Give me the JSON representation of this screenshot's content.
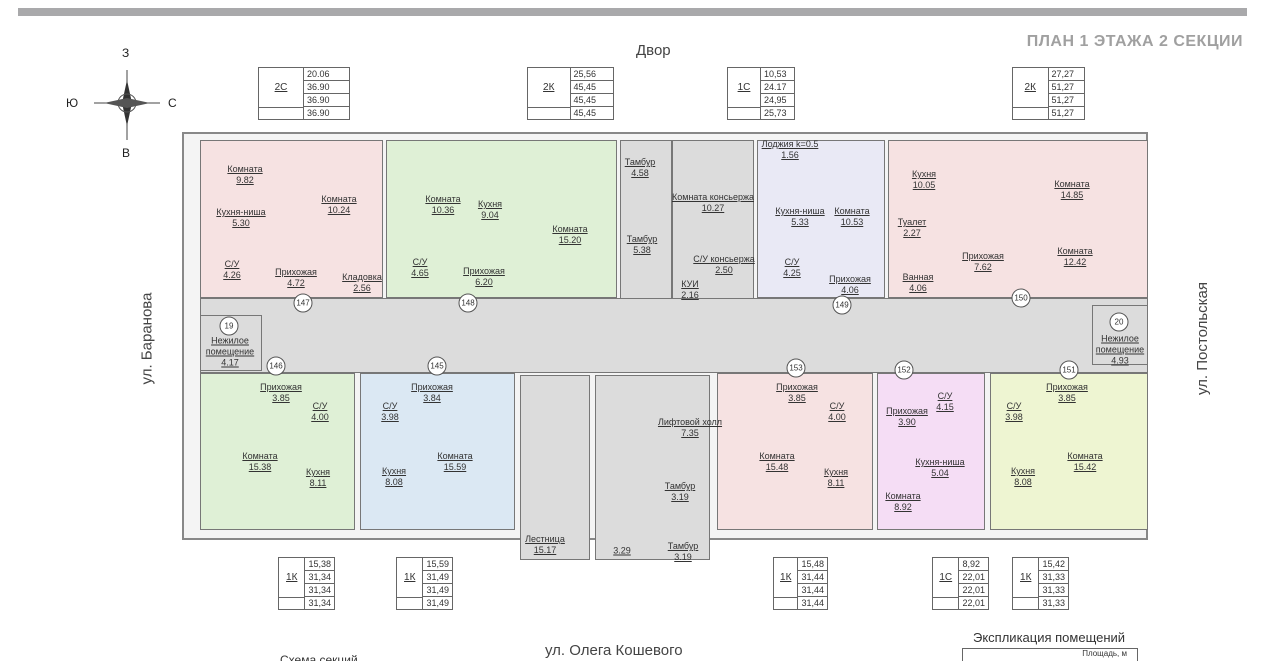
{
  "title": "ПЛАН 1 ЭТАЖА 2 СЕКЦИИ",
  "labels": {
    "yard": "Двор",
    "street_left": "ул. Баранова",
    "street_right": "ул. Постольская",
    "street_bottom": "ул. Олега Кошевого",
    "explication": "Экспликация помещений",
    "area_header": "Площадь, м",
    "sections_scheme": "Схема секций"
  },
  "compass": {
    "north": "З",
    "south": "В",
    "west": "Ю",
    "east": "С"
  },
  "rooms": [
    {
      "name": "Комната",
      "area": "9.82"
    },
    {
      "name": "Кухня-ниша",
      "area": "5.30"
    },
    {
      "name": "Комната",
      "area": "10.24"
    },
    {
      "name": "С/У",
      "area": "4.26"
    },
    {
      "name": "Прихожая",
      "area": "4.72"
    },
    {
      "name": "Кладовка",
      "area": "2.56"
    },
    {
      "name": "Комната",
      "area": "10.36"
    },
    {
      "name": "Кухня",
      "area": "9.04"
    },
    {
      "name": "Комната",
      "area": "15.20"
    },
    {
      "name": "С/У",
      "area": "4.65"
    },
    {
      "name": "Прихожая",
      "area": "6.20"
    },
    {
      "name": "Тамбур",
      "area": "4.58"
    },
    {
      "name": "Тамбур",
      "area": "5.38"
    },
    {
      "name": "Комната консьержа",
      "area": "10.27"
    },
    {
      "name": "КУИ",
      "area": "2.16"
    },
    {
      "name": "С/У консьержа",
      "area": "2.50"
    },
    {
      "name": "Лоджия k=0.5",
      "area": "1.56"
    },
    {
      "name": "Кухня-ниша",
      "area": "5.33"
    },
    {
      "name": "Комната",
      "area": "10.53"
    },
    {
      "name": "С/У",
      "area": "4.25"
    },
    {
      "name": "Прихожая",
      "area": "4.06"
    },
    {
      "name": "Кухня",
      "area": "10.05"
    },
    {
      "name": "Комната",
      "area": "14.85"
    },
    {
      "name": "Туалет",
      "area": "2.27"
    },
    {
      "name": "Прихожая",
      "area": "7.62"
    },
    {
      "name": "Ванная",
      "area": "4.06"
    },
    {
      "name": "Комната",
      "area": "12.42"
    },
    {
      "name": "Нежилое помещение",
      "area": "4.17"
    },
    {
      "name": "Нежилое помещение",
      "area": "4.93"
    },
    {
      "name": "Прихожая",
      "area": "3.85"
    },
    {
      "name": "С/У",
      "area": "4.00"
    },
    {
      "name": "Комната",
      "area": "15.38"
    },
    {
      "name": "Кухня",
      "area": "8.11"
    },
    {
      "name": "С/У",
      "area": "3.98"
    },
    {
      "name": "Прихожая",
      "area": "3.84"
    },
    {
      "name": "Кухня",
      "area": "8.08"
    },
    {
      "name": "Комната",
      "area": "15.59"
    },
    {
      "name": "Лифтовой холл",
      "area": "7.35"
    },
    {
      "name": "Тамбур",
      "area": "3.19"
    },
    {
      "name": "Лестница",
      "area": "15.17"
    },
    {
      "name": "",
      "area": "3.29"
    },
    {
      "name": "Тамбур",
      "area": "3.19"
    },
    {
      "name": "Прихожая",
      "area": "3.85"
    },
    {
      "name": "С/У",
      "area": "4.00"
    },
    {
      "name": "Комната",
      "area": "15.48"
    },
    {
      "name": "Кухня",
      "area": "8.11"
    },
    {
      "name": "Прихожая",
      "area": "3.90"
    },
    {
      "name": "С/У",
      "area": "4.15"
    },
    {
      "name": "Кухня-ниша",
      "area": "5.04"
    },
    {
      "name": "Комната",
      "area": "8.92"
    },
    {
      "name": "С/У",
      "area": "3.98"
    },
    {
      "name": "Прихожая",
      "area": "3.85"
    },
    {
      "name": "Кухня",
      "area": "8.08"
    },
    {
      "name": "Комната",
      "area": "15.42"
    }
  ],
  "apartment_numbers": [
    "147",
    "148",
    "149",
    "150",
    "146",
    "145",
    "153",
    "152",
    "151",
    "19",
    "20"
  ],
  "apartment_tables": [
    {
      "type": "2С",
      "values": [
        "20.06",
        "36.90",
        "36.90",
        "36.90"
      ]
    },
    {
      "type": "2К",
      "values": [
        "25,56",
        "45,45",
        "45,45",
        "45,45"
      ]
    },
    {
      "type": "1С",
      "values": [
        "10,53",
        "24.17",
        "24,95",
        "25,73"
      ]
    },
    {
      "type": "2К",
      "values": [
        "27,27",
        "51,27",
        "51,27",
        "51,27"
      ]
    },
    {
      "type": "1К",
      "values": [
        "15,38",
        "31,34",
        "31,34",
        "31,34"
      ]
    },
    {
      "type": "1К",
      "values": [
        "15,59",
        "31,49",
        "31,49",
        "31,49"
      ]
    },
    {
      "type": "1К",
      "values": [
        "15,48",
        "31,44",
        "31,44",
        "31,44"
      ]
    },
    {
      "type": "1С",
      "values": [
        "8,92",
        "22,01",
        "22,01",
        "22,01"
      ]
    },
    {
      "type": "1К",
      "values": [
        "15,42",
        "31,33",
        "31,33",
        "31,33"
      ]
    }
  ]
}
